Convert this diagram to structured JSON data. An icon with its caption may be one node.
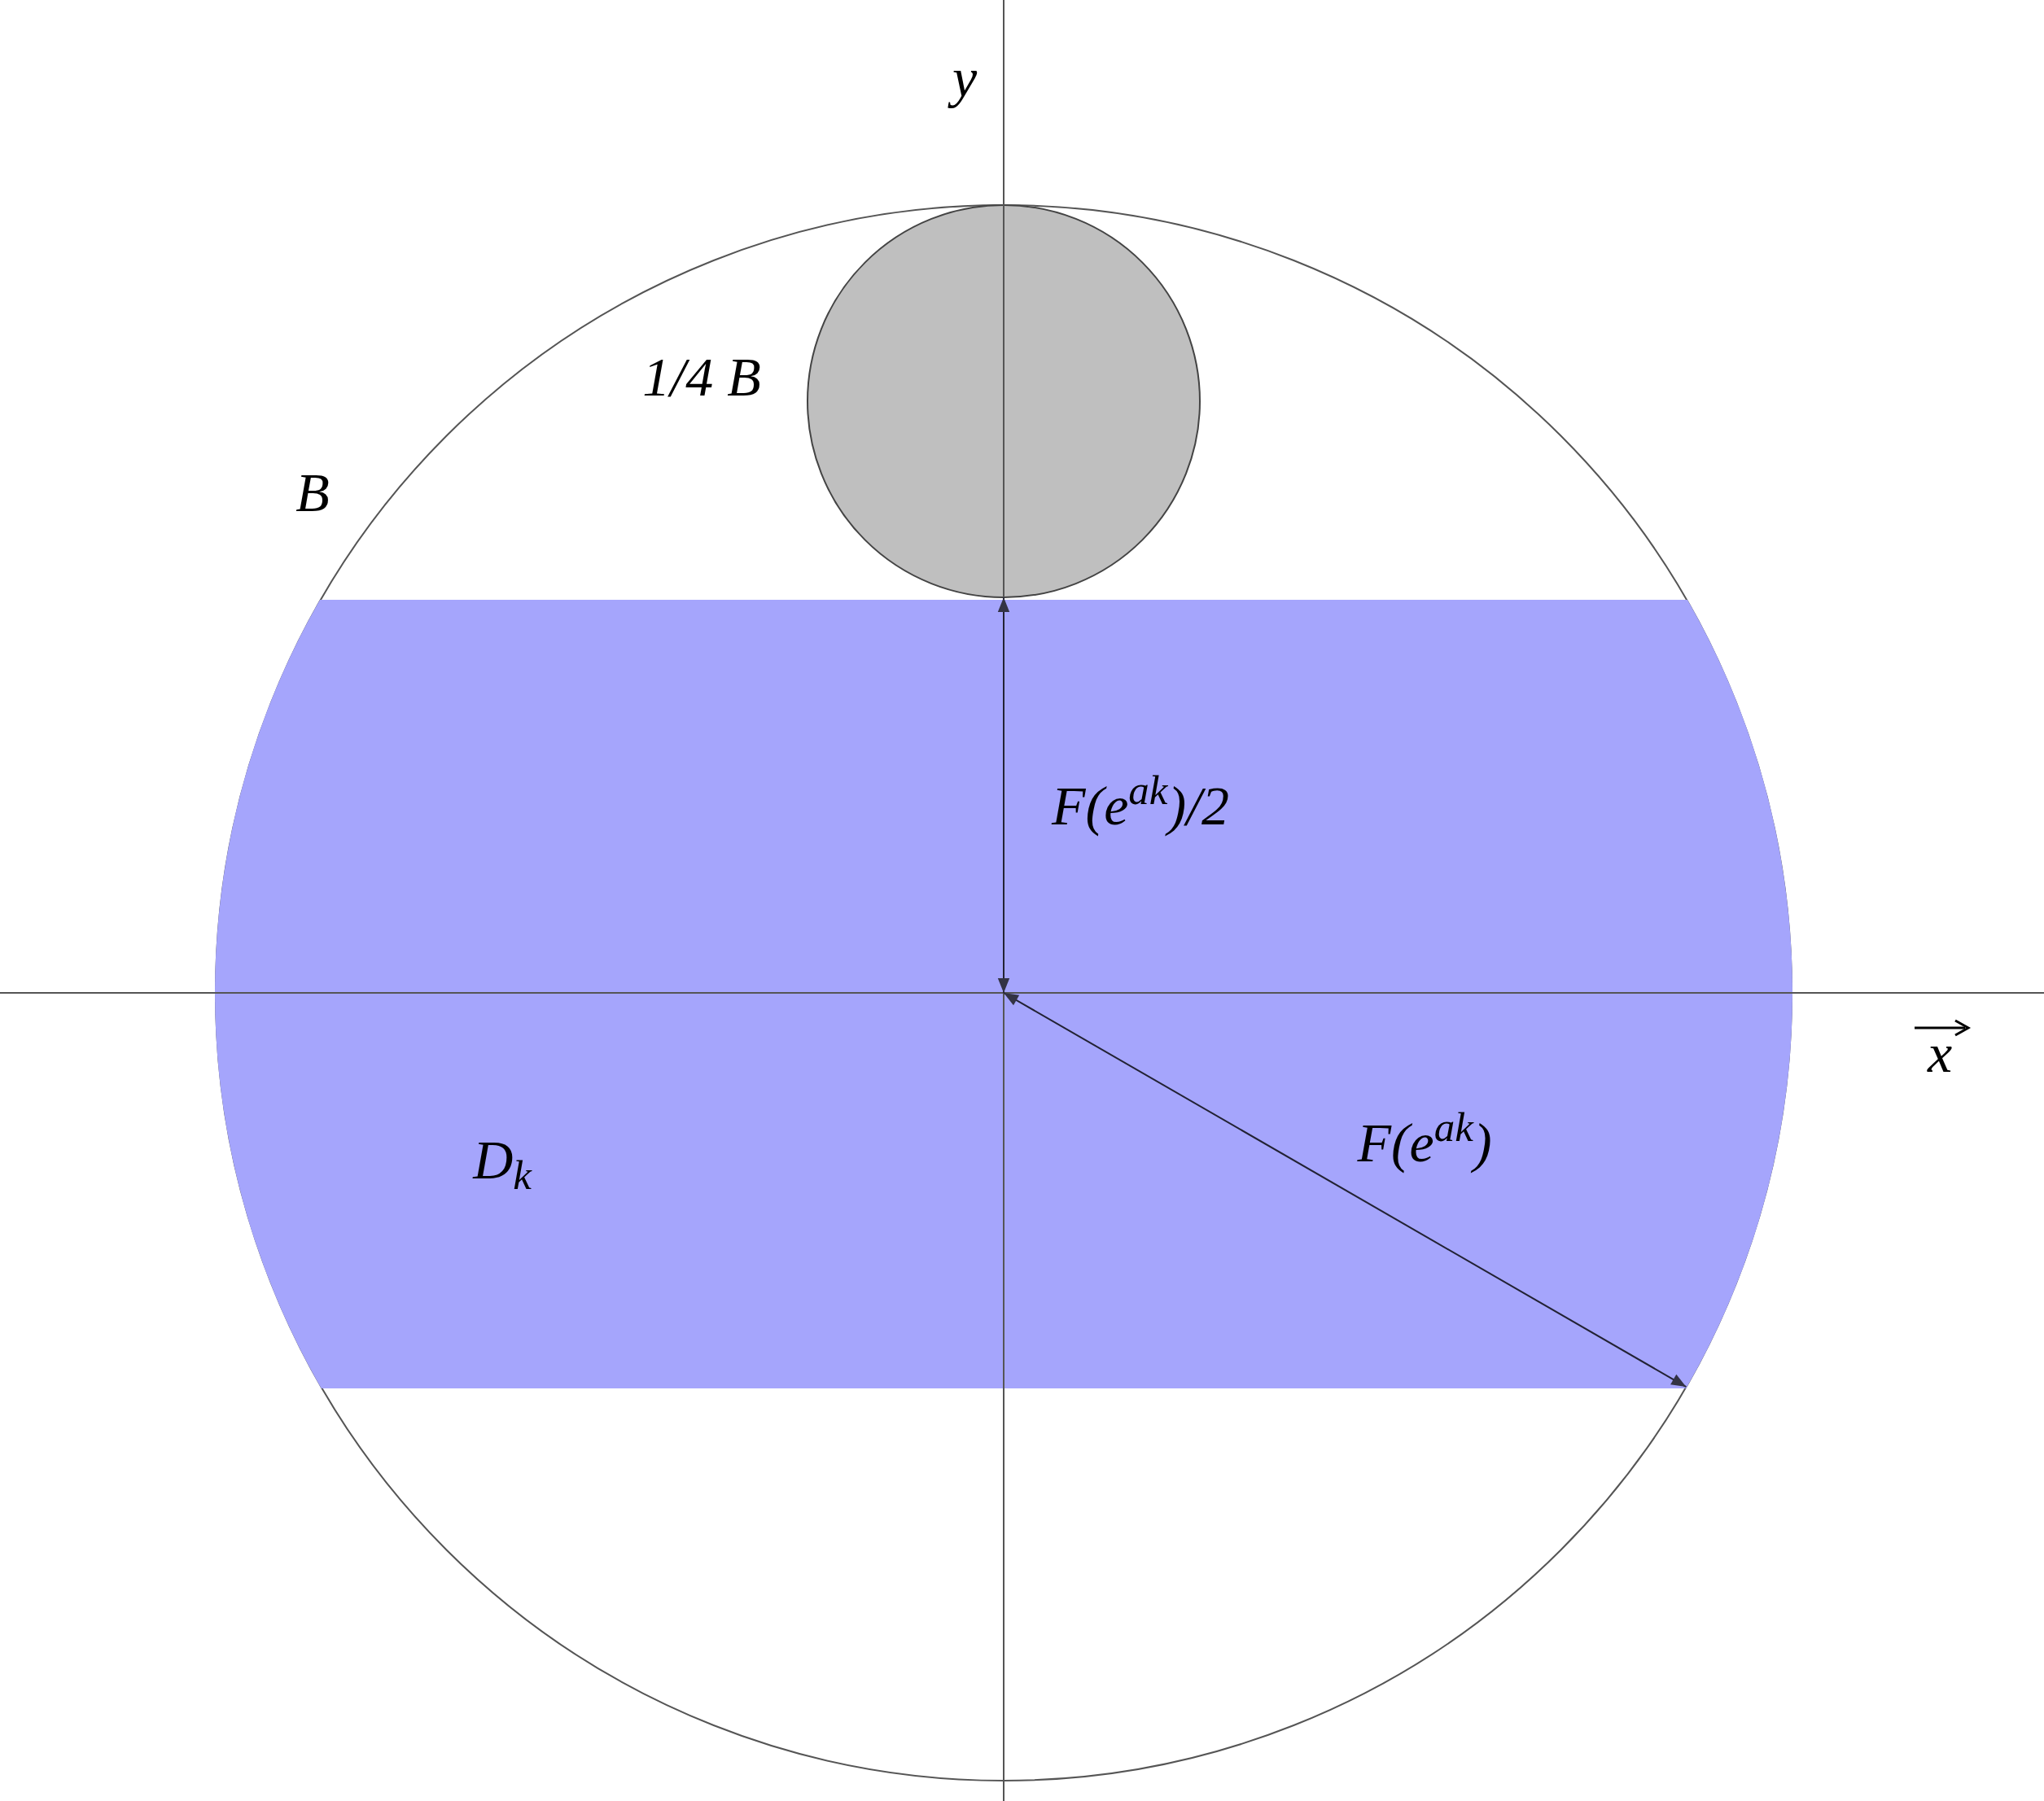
{
  "diagram": {
    "nodes": [
      {
        "text": [
          "B"
        ]
      },
      {
        "text": [
          "1/4 B"
        ],
        "in": 0
      },
      {
        "text": [
          "D$_{k}$"
        ],
        "in": 0
      }
    ],
    "edges": [
      {
        "from": 1,
        "to": 2,
        "arrow": "both",
        "label": "F(e$^{ak}$)/2"
      },
      {
        "from": 2,
        "to": 0,
        "arrow": "both",
        "label": "F(e$^{ak}$)"
      }
    ],
    "labels": [
      "y",
      "x"
    ]
  }
}
